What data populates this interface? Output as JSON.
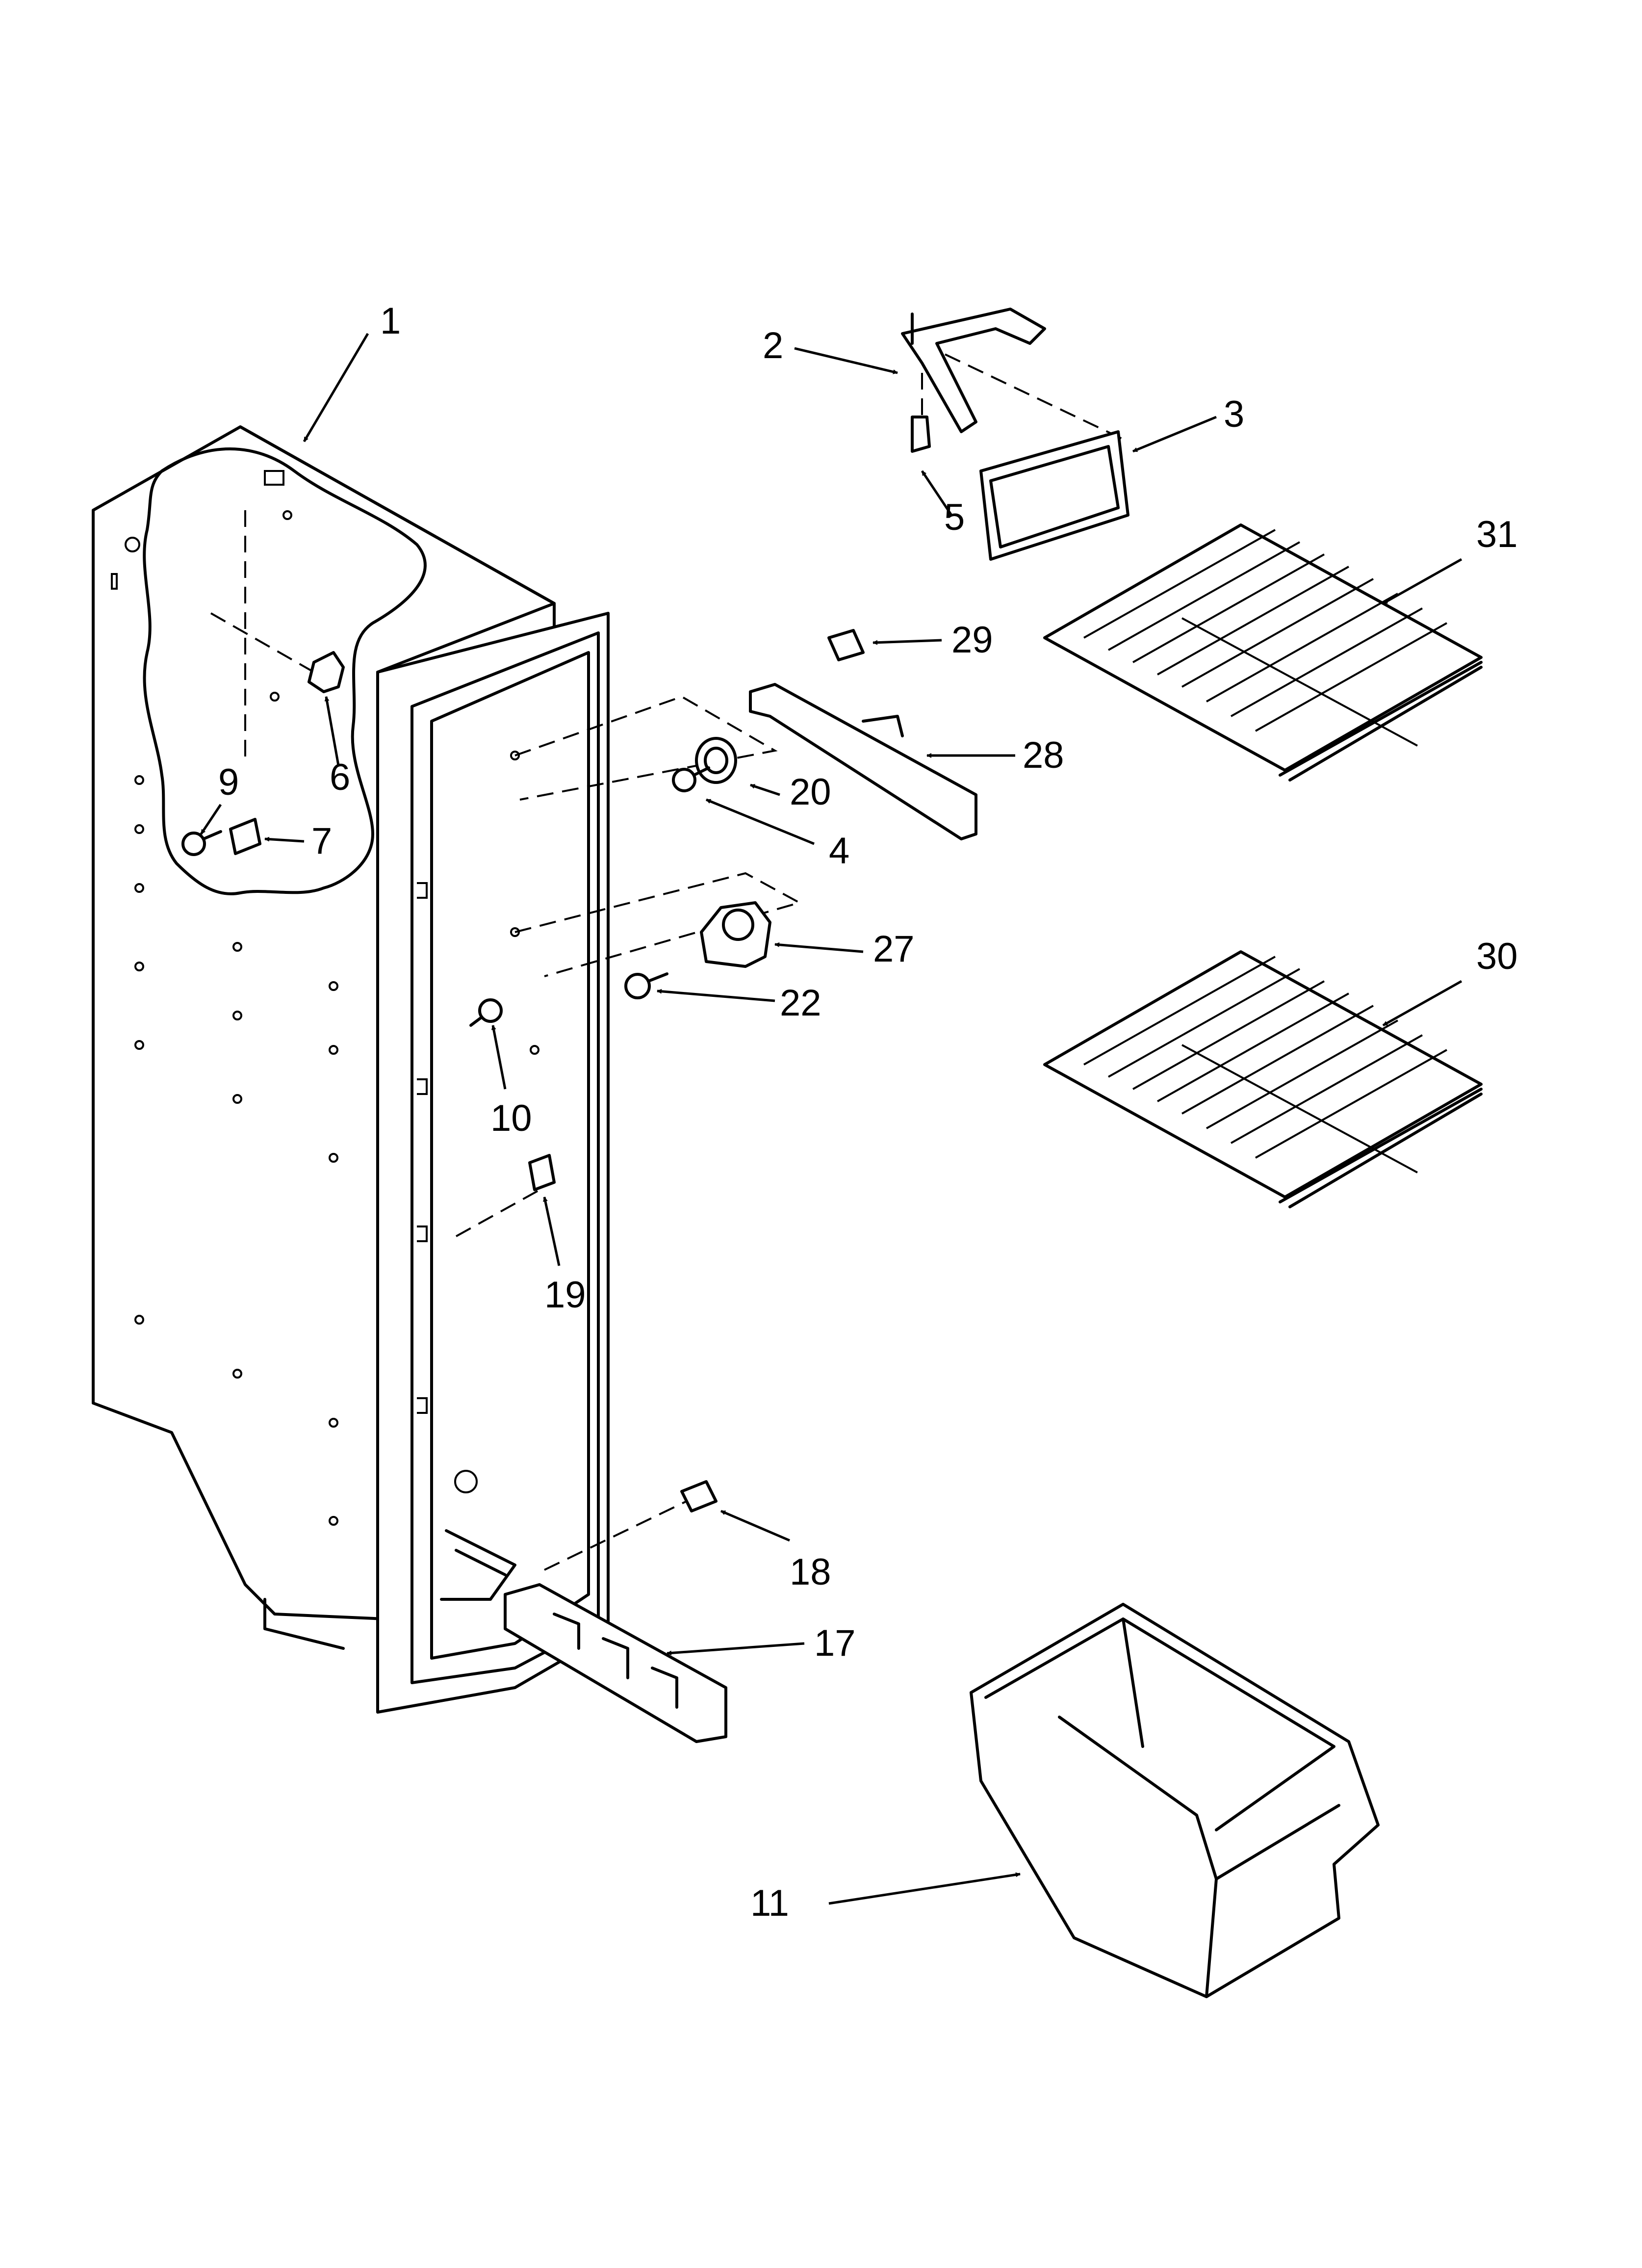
{
  "callouts": [
    {
      "id": "c1",
      "label": "1"
    },
    {
      "id": "c2",
      "label": "2"
    },
    {
      "id": "c3",
      "label": "3"
    },
    {
      "id": "c4",
      "label": "4"
    },
    {
      "id": "c5",
      "label": "5"
    },
    {
      "id": "c6",
      "label": "6"
    },
    {
      "id": "c7",
      "label": "7"
    },
    {
      "id": "c9",
      "label": "9"
    },
    {
      "id": "c10",
      "label": "10"
    },
    {
      "id": "c11",
      "label": "11"
    },
    {
      "id": "c17",
      "label": "17"
    },
    {
      "id": "c18",
      "label": "18"
    },
    {
      "id": "c19",
      "label": "19"
    },
    {
      "id": "c20",
      "label": "20"
    },
    {
      "id": "c22",
      "label": "22"
    },
    {
      "id": "c27",
      "label": "27"
    },
    {
      "id": "c28",
      "label": "28"
    },
    {
      "id": "c29",
      "label": "29"
    },
    {
      "id": "c30",
      "label": "30"
    },
    {
      "id": "c31",
      "label": "31"
    }
  ]
}
